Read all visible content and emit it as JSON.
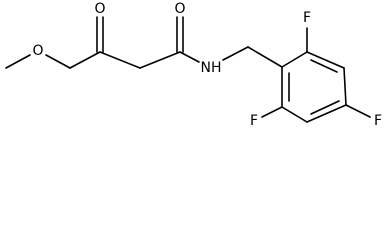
{
  "molecule": {
    "atoms": {
      "methoxy_o": "O",
      "ketone_o": "O",
      "amide_o": "O",
      "amide_n": "NH",
      "f_top": "F",
      "f_bottom": "F",
      "f_right": "F"
    },
    "colors": {
      "bond": "#000000",
      "label": "#000000",
      "background": "#ffffff"
    }
  }
}
